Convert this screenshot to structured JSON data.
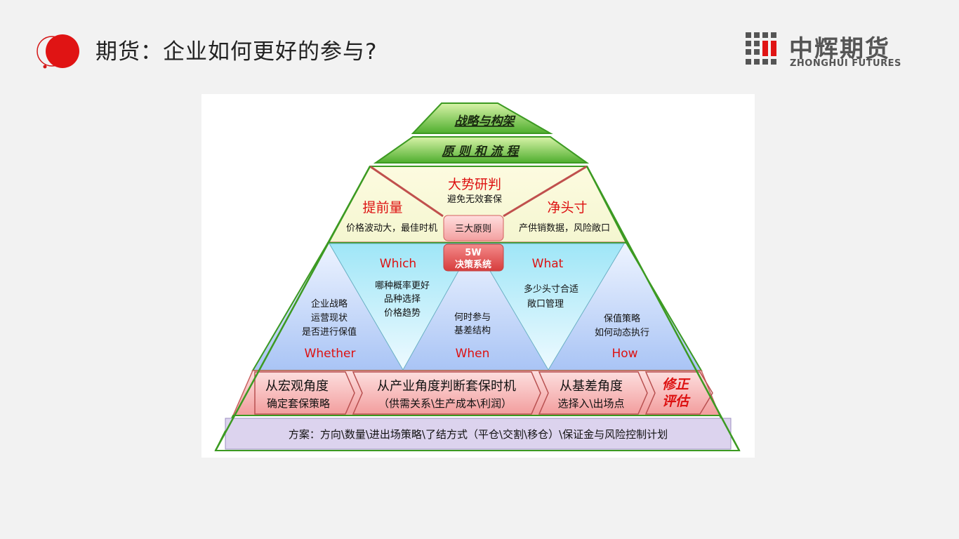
{
  "header": {
    "title": "期货：企业如何更好的参与?",
    "brand_cn": "中辉期货",
    "brand_en": "ZHONGHUI FUTURES"
  },
  "pyramid": {
    "top": "战略与构架",
    "second": "原 则 和 流 程",
    "principles": {
      "center_title": "大势研判",
      "center_sub": "避免无效套保",
      "left_title": "提前量",
      "left_sub": "价格波动大，最佳时机",
      "right_title": "净头寸",
      "right_sub": "产供销数据，风险敞口",
      "badge": "三大原则"
    },
    "system_badge": [
      "5W",
      "决策系统"
    ],
    "w": {
      "whether": {
        "title": "Whether",
        "lines": [
          "企业战略",
          "运营现状",
          "是否进行保值"
        ]
      },
      "which": {
        "title": "Which",
        "lines": [
          "哪种概率更好",
          "品种选择",
          "价格趋势"
        ]
      },
      "when": {
        "title": "When",
        "lines": [
          "何时参与",
          "基差结构"
        ]
      },
      "what": {
        "title": "What",
        "lines": [
          "多少头寸合适",
          "敞口管理"
        ]
      },
      "how": {
        "title": "How",
        "lines": [
          "保值策略",
          "如何动态执行"
        ]
      }
    },
    "process": {
      "step1": [
        "从宏观角度",
        "确定套保策略"
      ],
      "step2": [
        "从产业角度判断套保时机",
        "（供需关系\\生产成本\\利润）"
      ],
      "step3": [
        "从基差角度",
        "选择入\\出场点"
      ],
      "step4": [
        "修正",
        "评估"
      ]
    },
    "plan": "方案：方向\\数量\\进出场策略\\了结方式（平仓\\交割\\移仓）\\保证金与风险控制计划"
  },
  "colors": {
    "title_red": "#dd1111",
    "green": "#2e9b1f",
    "pink": "#f5b8b8",
    "purple": "#dcd3ee"
  }
}
